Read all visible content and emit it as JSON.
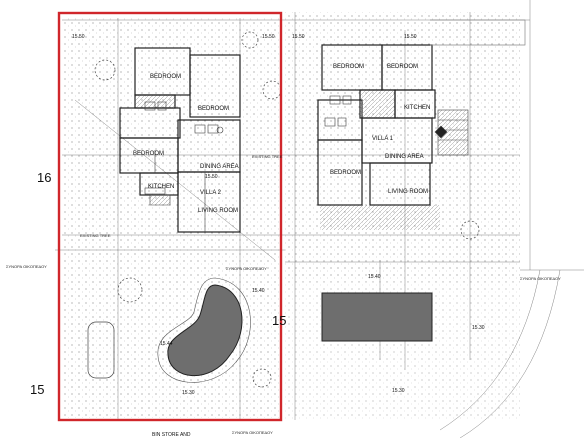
{
  "plot_labels": {
    "plot_16": "16",
    "plot_15_mid": "15",
    "plot_15_left": "15"
  },
  "villa2": {
    "rooms": {
      "bedroom_top": "BEDROOM",
      "bedroom_right": "BEDROOM",
      "bedroom_left": "BEDROOM",
      "dining": "DINING AREA",
      "kitchen": "KITCHEN",
      "villa": "VILLA 2",
      "living": "LIVING ROOM"
    },
    "levels": {
      "top_left": "15.50",
      "top_right": "15.50",
      "inner": "15.50"
    }
  },
  "villa1": {
    "rooms": {
      "bedroom_left": "BEDROOM",
      "bedroom_right": "BEDROOM",
      "kitchen": "KITCHEN",
      "villa": "VILLA 1",
      "dining": "DINING AREA",
      "bedroom_low": "BEDROOM",
      "living": "LIVING ROOM"
    },
    "levels": {
      "top_left": "15.50",
      "top_right": "15.50"
    }
  },
  "annotations": {
    "existing_tree_1": "EXISTING TREE",
    "existing_tree_2": "EXISTING TREE",
    "road_label_1": "ΣΥΝΟΡΑ ΟΙΚΟΠΕΔΟΥ",
    "road_label_2": "ΣΥΝΟΡΑ ΟΙΚΟΠΕΔΟΥ",
    "road_label_3": "ΣΥΝΟΡΑ ΟΙΚΟΠΕΔΟΥ",
    "bin_store": "BIN STORE AND",
    "road_label_4": "ΣΥΝΟΡΑ ΟΙΚΟΠΕΔΟΥ"
  },
  "site_levels": {
    "pool_lvl_1": "15.40",
    "pool_lvl_2": "15.44",
    "bottom_lvl": "15.30",
    "mid_lvl": "15.40",
    "right_lvl": "15.30",
    "right_bottom_lvl": "15.30"
  },
  "colors": {
    "plot_boundary": "#d0262b",
    "pool_fill": "#6e6e6e",
    "line": "#333333"
  }
}
